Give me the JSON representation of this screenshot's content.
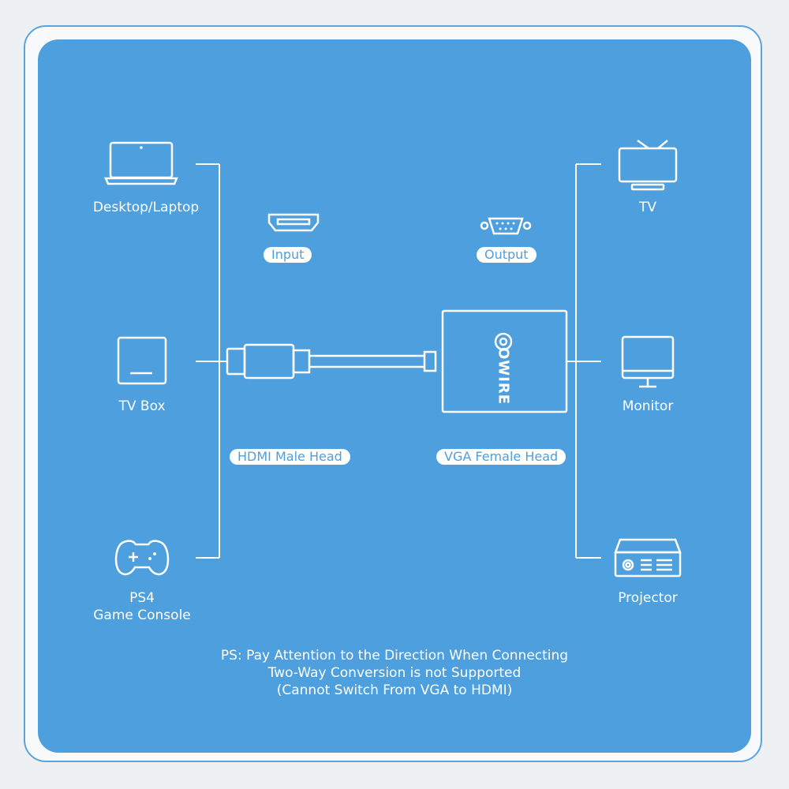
{
  "devices_left": {
    "laptop": "Desktop/Laptop",
    "tv_box": "TV Box",
    "console_line1": "PS4",
    "console_line2": "Game Console"
  },
  "devices_right": {
    "tv": "TV",
    "monitor": "Monitor",
    "projector": "Projector"
  },
  "ports": {
    "input": "Input",
    "output": "Output"
  },
  "cable": {
    "hdmi_head": "HDMI Male Head",
    "vga_head": "VGA Female Head",
    "brand": "OWIRE"
  },
  "note": {
    "line1": "PS: Pay Attention to the Direction When Connecting",
    "line2": "Two-Way Conversion is not Supported",
    "line3": "(Cannot Switch From VGA to HDMI)"
  },
  "colors": {
    "panel": "#4d9fde",
    "lines": "#ffffff"
  }
}
